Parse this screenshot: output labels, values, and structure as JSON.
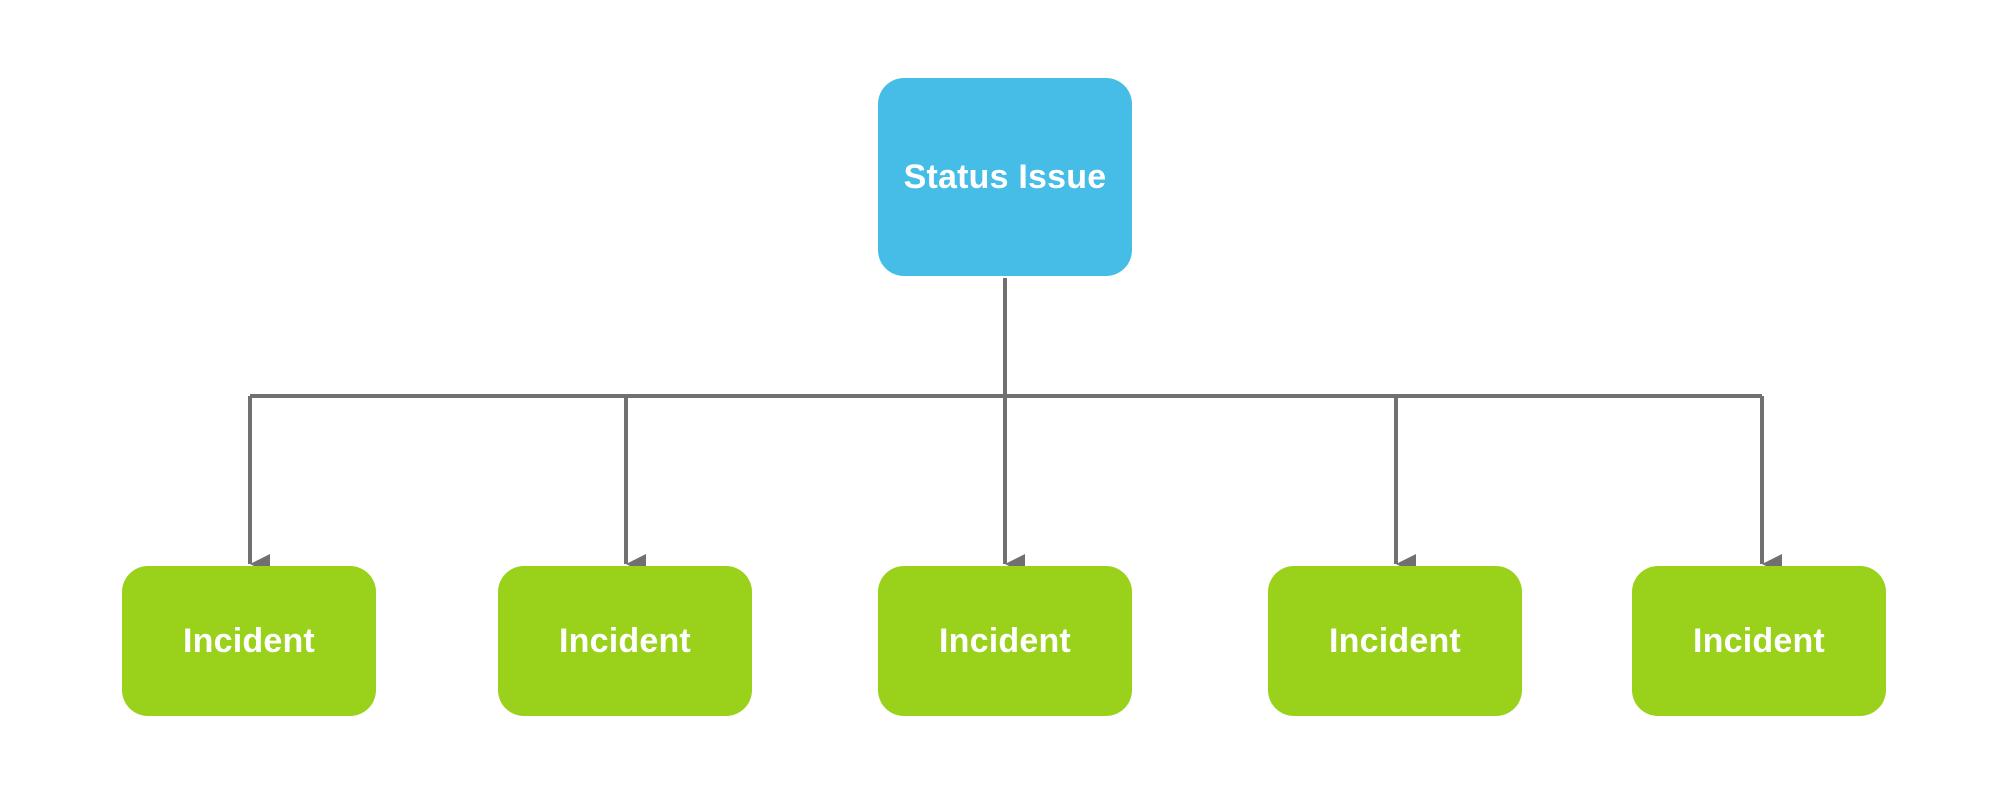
{
  "diagram": {
    "type": "hierarchy",
    "root": {
      "label": "Status Issue",
      "color": "#45bde6"
    },
    "children": [
      {
        "label": "Incident",
        "color": "#99d11b"
      },
      {
        "label": "Incident",
        "color": "#99d11b"
      },
      {
        "label": "Incident",
        "color": "#99d11b"
      },
      {
        "label": "Incident",
        "color": "#99d11b"
      },
      {
        "label": "Incident",
        "color": "#99d11b"
      }
    ],
    "connector_color": "#707070"
  }
}
